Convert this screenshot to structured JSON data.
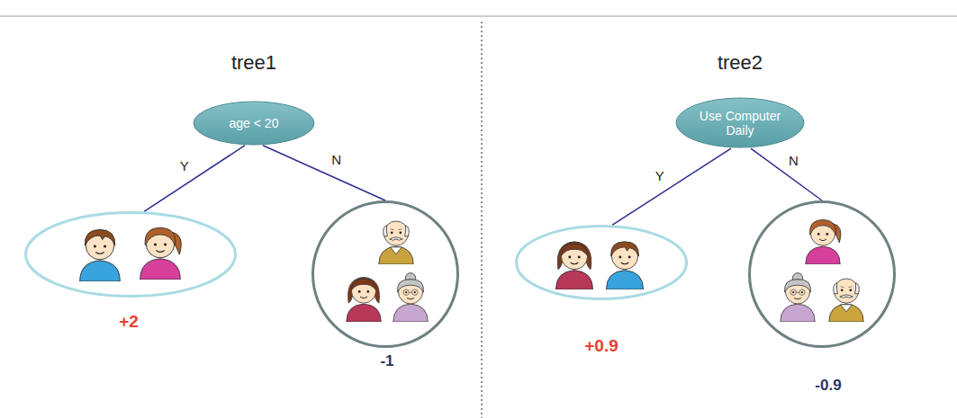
{
  "diagram": {
    "nodes": [
      {
        "text": [
          "age < 20"
        ]
      },
      {
        "text": [
          "+2"
        ]
      },
      {
        "text": [
          "-1"
        ]
      },
      {
        "text": [
          "Use Computer Daily"
        ]
      },
      {
        "text": [
          "+0.9"
        ]
      },
      {
        "text": [
          "-0.9"
        ]
      }
    ],
    "edges": [
      {
        "from": 0,
        "to": 1,
        "arrow": "none",
        "label": "Y"
      },
      {
        "from": 0,
        "to": 2,
        "arrow": "none",
        "label": "N"
      },
      {
        "from": 3,
        "to": 4,
        "arrow": "none",
        "label": "Y"
      },
      {
        "from": 3,
        "to": 5,
        "arrow": "none",
        "label": "N"
      }
    ],
    "labels": [
      "tree1",
      "tree2"
    ]
  }
}
